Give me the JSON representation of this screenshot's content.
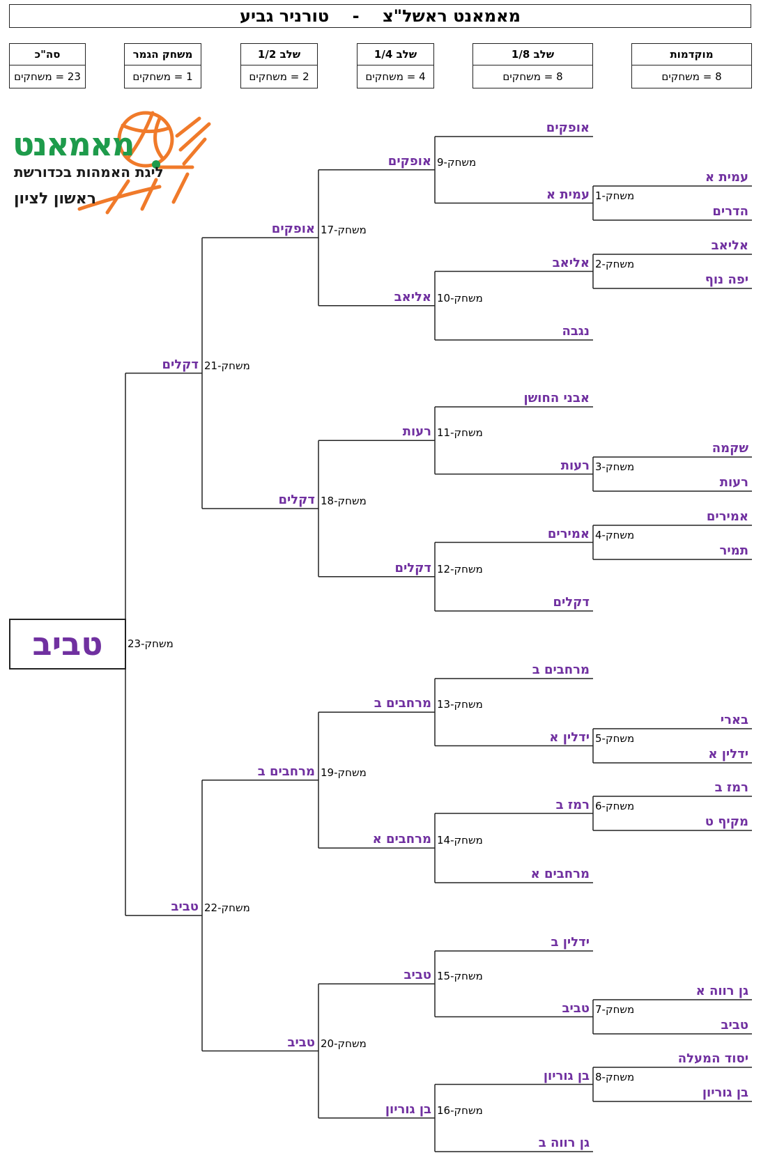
{
  "header": {
    "title": "מאמאנט ראשל\"צ    -    טורניר גביע"
  },
  "stages": [
    {
      "name": "סה\"כ",
      "count": "23 = משחקים"
    },
    {
      "name": "משחק הגמר",
      "count": "1 = משחקים"
    },
    {
      "name": "שלב 1/2",
      "count": "2 = משחקים"
    },
    {
      "name": "שלב 1/4",
      "count": "4 = משחקים"
    },
    {
      "name": "שלב 1/8",
      "count": "8 = משחקים"
    },
    {
      "name": "מוקדמות",
      "count": "8 = משחקים"
    }
  ],
  "logo": {
    "line1": "מאמאנט",
    "line2": "ליגת האמהות בכדורשת",
    "line3": "ראשון לציון",
    "colors": {
      "green": "#1e9b4b",
      "orange": "#f07a2a",
      "dark": "#1a1a1a"
    }
  },
  "champion": "טביב",
  "games": [
    {
      "id": 1,
      "label": "משחק-1",
      "winner": "עמית א"
    },
    {
      "id": 2,
      "label": "משחק-2",
      "winner": "אליאב"
    },
    {
      "id": 3,
      "label": "משחק-3",
      "winner": "רעות"
    },
    {
      "id": 4,
      "label": "משחק-4",
      "winner": "אמירים"
    },
    {
      "id": 5,
      "label": "משחק-5",
      "winner": "ידלין א"
    },
    {
      "id": 6,
      "label": "משחק-6",
      "winner": "רמז ב"
    },
    {
      "id": 7,
      "label": "משחק-7",
      "winner": "טביב"
    },
    {
      "id": 8,
      "label": "משחק-8",
      "winner": "בן גוריון"
    },
    {
      "id": 9,
      "label": "משחק-9",
      "winner": "אופקים"
    },
    {
      "id": 10,
      "label": "משחק-10",
      "winner": "אליאב"
    },
    {
      "id": 11,
      "label": "משחק-11",
      "winner": "רעות"
    },
    {
      "id": 12,
      "label": "משחק-12",
      "winner": "דקלים"
    },
    {
      "id": 13,
      "label": "משחק-13",
      "winner": "מרחבים ב"
    },
    {
      "id": 14,
      "label": "משחק-14",
      "winner": "מרחבים א"
    },
    {
      "id": 15,
      "label": "משחק-15",
      "winner": "טביב"
    },
    {
      "id": 16,
      "label": "משחק-16",
      "winner": "בן גוריון"
    },
    {
      "id": 17,
      "label": "משחק-17",
      "winner": "אופקים"
    },
    {
      "id": 18,
      "label": "משחק-18",
      "winner": "דקלים"
    },
    {
      "id": 19,
      "label": "משחק-19",
      "winner": "מרחבים ב"
    },
    {
      "id": 20,
      "label": "משחק-20",
      "winner": "טביב"
    },
    {
      "id": 21,
      "label": "משחק-21",
      "winner": "דקלים"
    },
    {
      "id": 22,
      "label": "משחק-22",
      "winner": "טביב"
    },
    {
      "id": 23,
      "label": "משחק-23",
      "winner": "טביב"
    }
  ],
  "prelim_teams": [
    {
      "top": "עמית א",
      "bottom": "הדרים"
    },
    {
      "top": "אליאב",
      "bottom": "יפה נוף"
    },
    {
      "top": "שקמה",
      "bottom": "רעות"
    },
    {
      "top": "אמירים",
      "bottom": "תמיר"
    },
    {
      "top": "בארי",
      "bottom": "ידלין א"
    },
    {
      "top": "רמז ב",
      "bottom": "מקיף ט"
    },
    {
      "top": "גן רווה א",
      "bottom": "טביב"
    },
    {
      "top": "יסוד המעלה",
      "bottom": "בן גוריון"
    }
  ],
  "bye_teams": [
    {
      "top": "אופקים"
    },
    {
      "bottom": "נגבה"
    },
    {
      "top": "אבני החושן"
    },
    {
      "bottom": "דקלים"
    },
    {
      "top": "מרחבים ב"
    },
    {
      "bottom": "מרחבים א"
    },
    {
      "top": "ידלין ב"
    },
    {
      "bottom": "גן רווה ב"
    }
  ]
}
